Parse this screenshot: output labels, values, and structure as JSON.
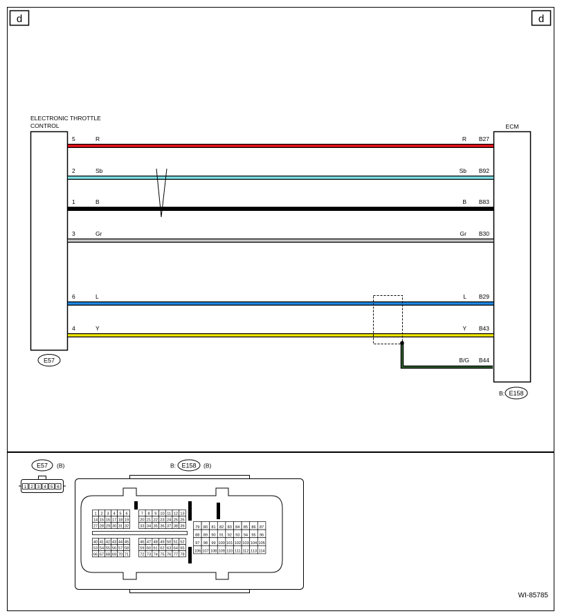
{
  "corner_tags": {
    "left": "d",
    "right": "d"
  },
  "components": {
    "left": {
      "name_line1": "ELECTRONIC THROTTLE",
      "name_line2": "CONTROL",
      "connector": "E57"
    },
    "right": {
      "name": "ECM",
      "connector_prefix": "B:",
      "connector": "E158"
    }
  },
  "wires": [
    {
      "left_pin": "5",
      "left_color_code": "R",
      "right_color_code": "R",
      "right_pin": "B27",
      "color": "#e8141c"
    },
    {
      "left_pin": "2",
      "left_color_code": "Sb",
      "right_color_code": "Sb",
      "right_pin": "B92",
      "color": "#7fe3e8"
    },
    {
      "left_pin": "1",
      "left_color_code": "B",
      "right_color_code": "B",
      "right_pin": "B83",
      "color": "#000000"
    },
    {
      "left_pin": "3",
      "left_color_code": "Gr",
      "right_color_code": "Gr",
      "right_pin": "B30",
      "color": "#c8c8c8"
    },
    {
      "left_pin": "6",
      "left_color_code": "L",
      "right_color_code": "L",
      "right_pin": "B29",
      "color": "#1e88e5"
    },
    {
      "left_pin": "4",
      "left_color_code": "Y",
      "right_color_code": "Y",
      "right_pin": "B43",
      "color": "#f2e600"
    }
  ],
  "shield_wire": {
    "color_code": "B/G",
    "pin": "B44",
    "color": "#1f4d1f"
  },
  "connector_views": {
    "e57": {
      "id": "E57",
      "suffix": "(B)",
      "pins": [
        "1",
        "2",
        "3",
        "4",
        "5",
        "6"
      ]
    },
    "e158": {
      "prefix": "B:",
      "id": "E158",
      "suffix": "(B)",
      "blockA_rows": [
        [
          "1",
          "2",
          "3",
          "4",
          "5",
          "6"
        ],
        [
          "14",
          "15",
          "16",
          "17",
          "18",
          "19"
        ],
        [
          "27",
          "28",
          "29",
          "30",
          "31",
          "32"
        ]
      ],
      "blockB_rows": [
        [
          "7",
          "8",
          "9",
          "10",
          "11",
          "12",
          "13"
        ],
        [
          "20",
          "21",
          "22",
          "23",
          "24",
          "25",
          "26"
        ],
        [
          "33",
          "34",
          "35",
          "36",
          "37",
          "38",
          "39"
        ]
      ],
      "blockC_rows": [
        [
          "40",
          "41",
          "42",
          "43",
          "44",
          "45"
        ],
        [
          "53",
          "54",
          "55",
          "56",
          "57",
          "58"
        ],
        [
          "66",
          "67",
          "68",
          "69",
          "70",
          "71"
        ]
      ],
      "blockD_rows": [
        [
          "46",
          "47",
          "48",
          "49",
          "50",
          "51",
          "52"
        ],
        [
          "59",
          "60",
          "61",
          "62",
          "63",
          "64",
          "65"
        ],
        [
          "72",
          "73",
          "74",
          "75",
          "76",
          "77",
          "78"
        ]
      ],
      "blockE_rows": [
        [
          "79",
          "80",
          "81",
          "82",
          "83",
          "84",
          "85",
          "86",
          "87"
        ],
        [
          "88",
          "89",
          "90",
          "91",
          "92",
          "93",
          "94",
          "95",
          "96"
        ],
        [
          "97",
          "98",
          "99",
          "100",
          "101",
          "102",
          "103",
          "104",
          "105"
        ],
        [
          "106",
          "107",
          "108",
          "109",
          "110",
          "111",
          "112",
          "113",
          "114"
        ]
      ]
    }
  },
  "figure_id": "WI-85785"
}
